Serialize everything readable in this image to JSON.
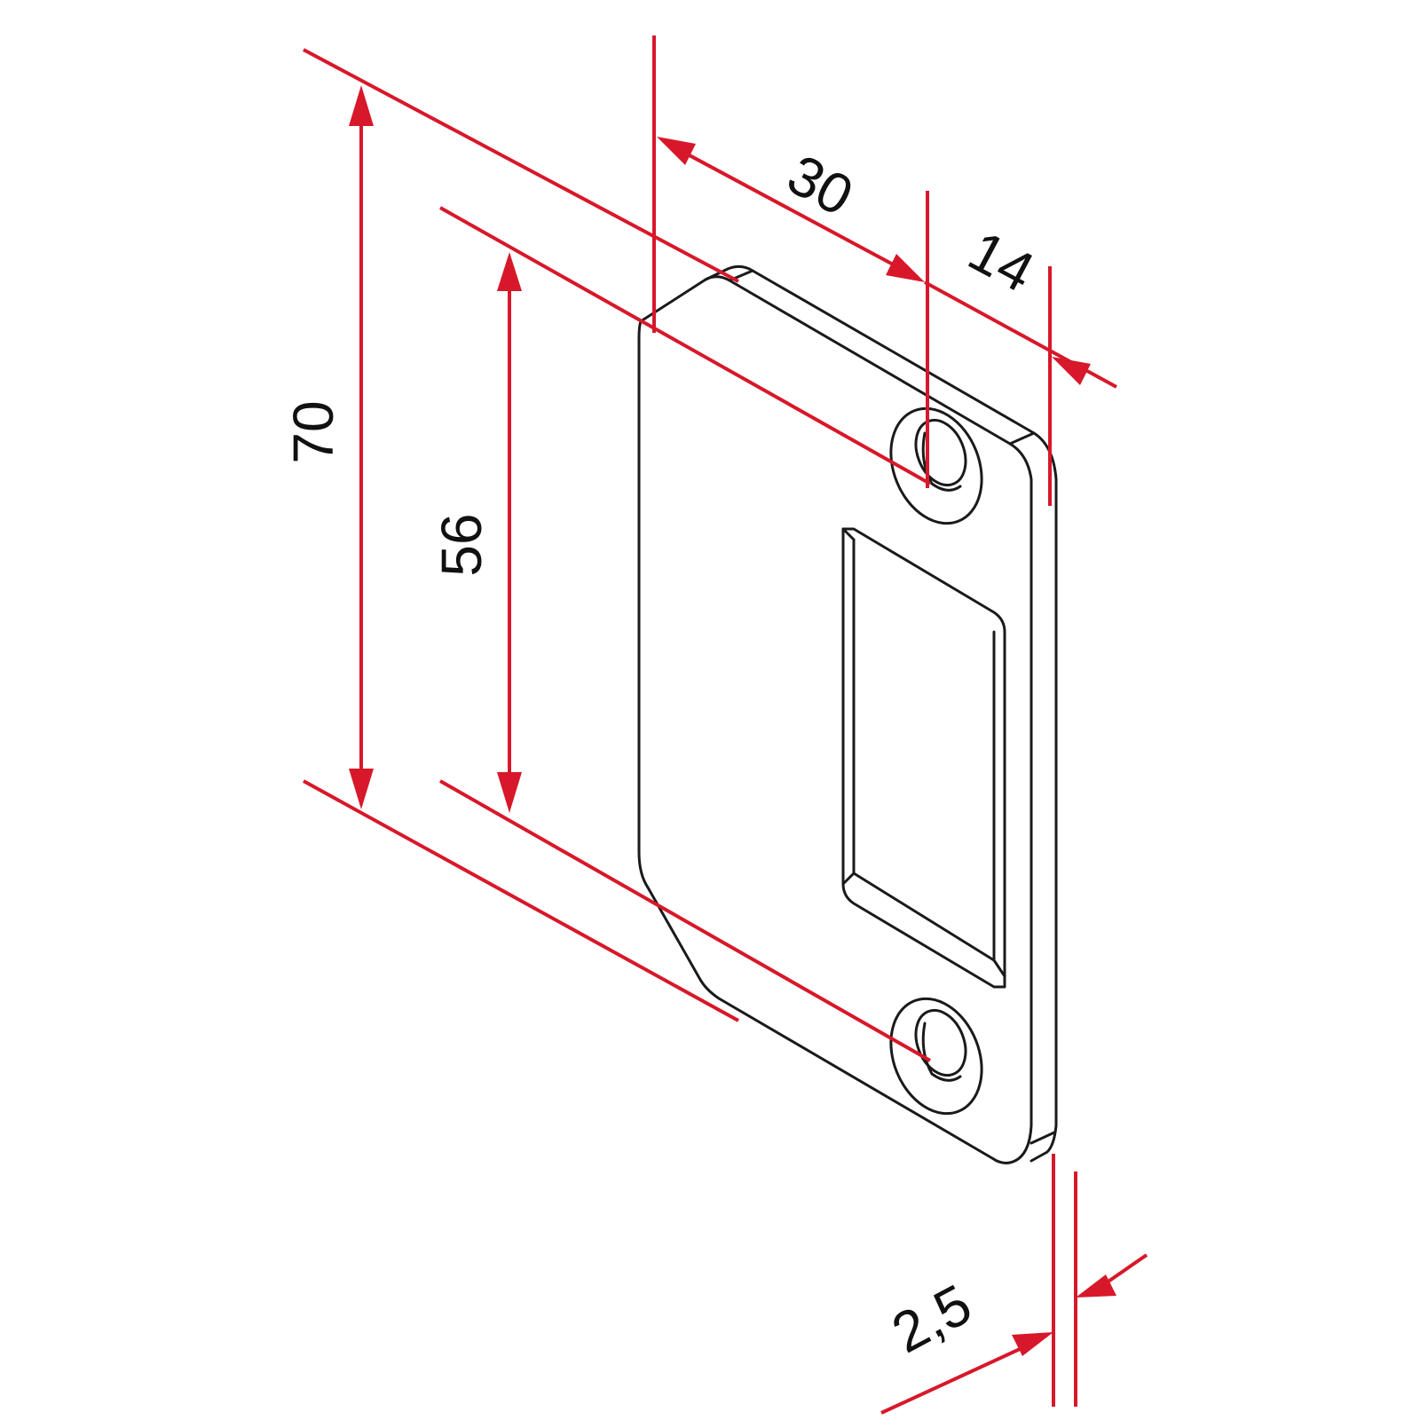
{
  "colors": {
    "dimension": "#d7182a",
    "outline": "#1a1a1a",
    "background": "#ffffff"
  },
  "dimensions": {
    "overall_height": "70",
    "hole_spacing": "56",
    "hole_offset": "30",
    "hole_edge": "14",
    "thickness": "2,5"
  }
}
